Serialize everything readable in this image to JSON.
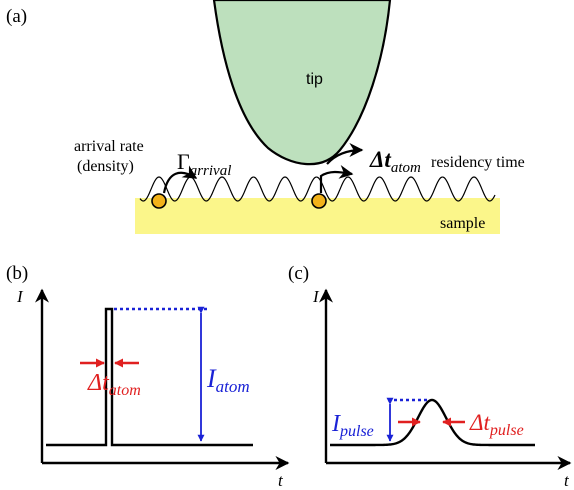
{
  "panel_a": {
    "label": "(a)",
    "tip_label": "tip",
    "sample_label": "sample",
    "arrival_rate_line1": "arrival rate",
    "arrival_rate_line2": "(density)",
    "gamma_symbol": "Γ",
    "gamma_subscript": "arrival",
    "dt_atom_symbol": "Δt",
    "dt_atom_subscript": "atom",
    "residency_label": "residency time"
  },
  "panel_b": {
    "label": "(b)",
    "y_axis_label": "I",
    "x_axis_label": "t",
    "dt_symbol": "Δt",
    "dt_subscript": "atom",
    "amplitude_symbol": "I",
    "amplitude_subscript": "atom"
  },
  "panel_c": {
    "label": "(c)",
    "y_axis_label": "I",
    "x_axis_label": "t",
    "amplitude_symbol": "I",
    "amplitude_subscript": "pulse",
    "dt_symbol": "Δt",
    "dt_subscript": "pulse"
  },
  "colors": {
    "tip_fill": "#bde0bd",
    "sample_fill": "#fbf68a",
    "atom_fill": "#f2b21a",
    "marker_red": "#e02020",
    "marker_blue": "#1a22d6",
    "line": "#000000"
  }
}
